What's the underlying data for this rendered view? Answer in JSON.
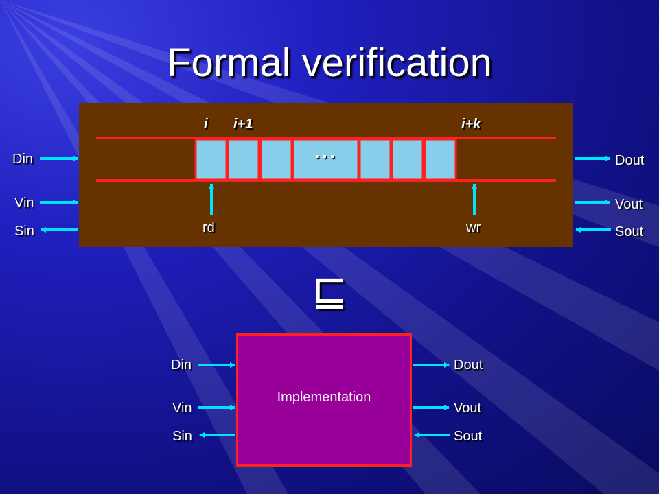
{
  "slide": {
    "title": "Formal verification",
    "subset_symbol": "⊑",
    "colors": {
      "background": "#1a1aa8",
      "spec_box": "#663300",
      "impl_box": "#990099",
      "rail": "#ff2020",
      "cell": "#87ceeb",
      "arrow": "#00e5ff"
    }
  },
  "spec": {
    "index_labels": {
      "i": "i",
      "i_plus_1": "i+1",
      "i_plus_k": "i+k"
    },
    "ellipsis": "...",
    "pointer_labels": {
      "rd": "rd",
      "wr": "wr"
    },
    "left_ports": {
      "din": "Din",
      "vin": "Vin",
      "sin": "Sin"
    },
    "right_ports": {
      "dout": "Dout",
      "vout": "Vout",
      "sout": "Sout"
    }
  },
  "impl": {
    "label": "Implementation",
    "left_ports": {
      "din": "Din",
      "vin": "Vin",
      "sin": "Sin"
    },
    "right_ports": {
      "dout": "Dout",
      "vout": "Vout",
      "sout": "Sout"
    }
  }
}
